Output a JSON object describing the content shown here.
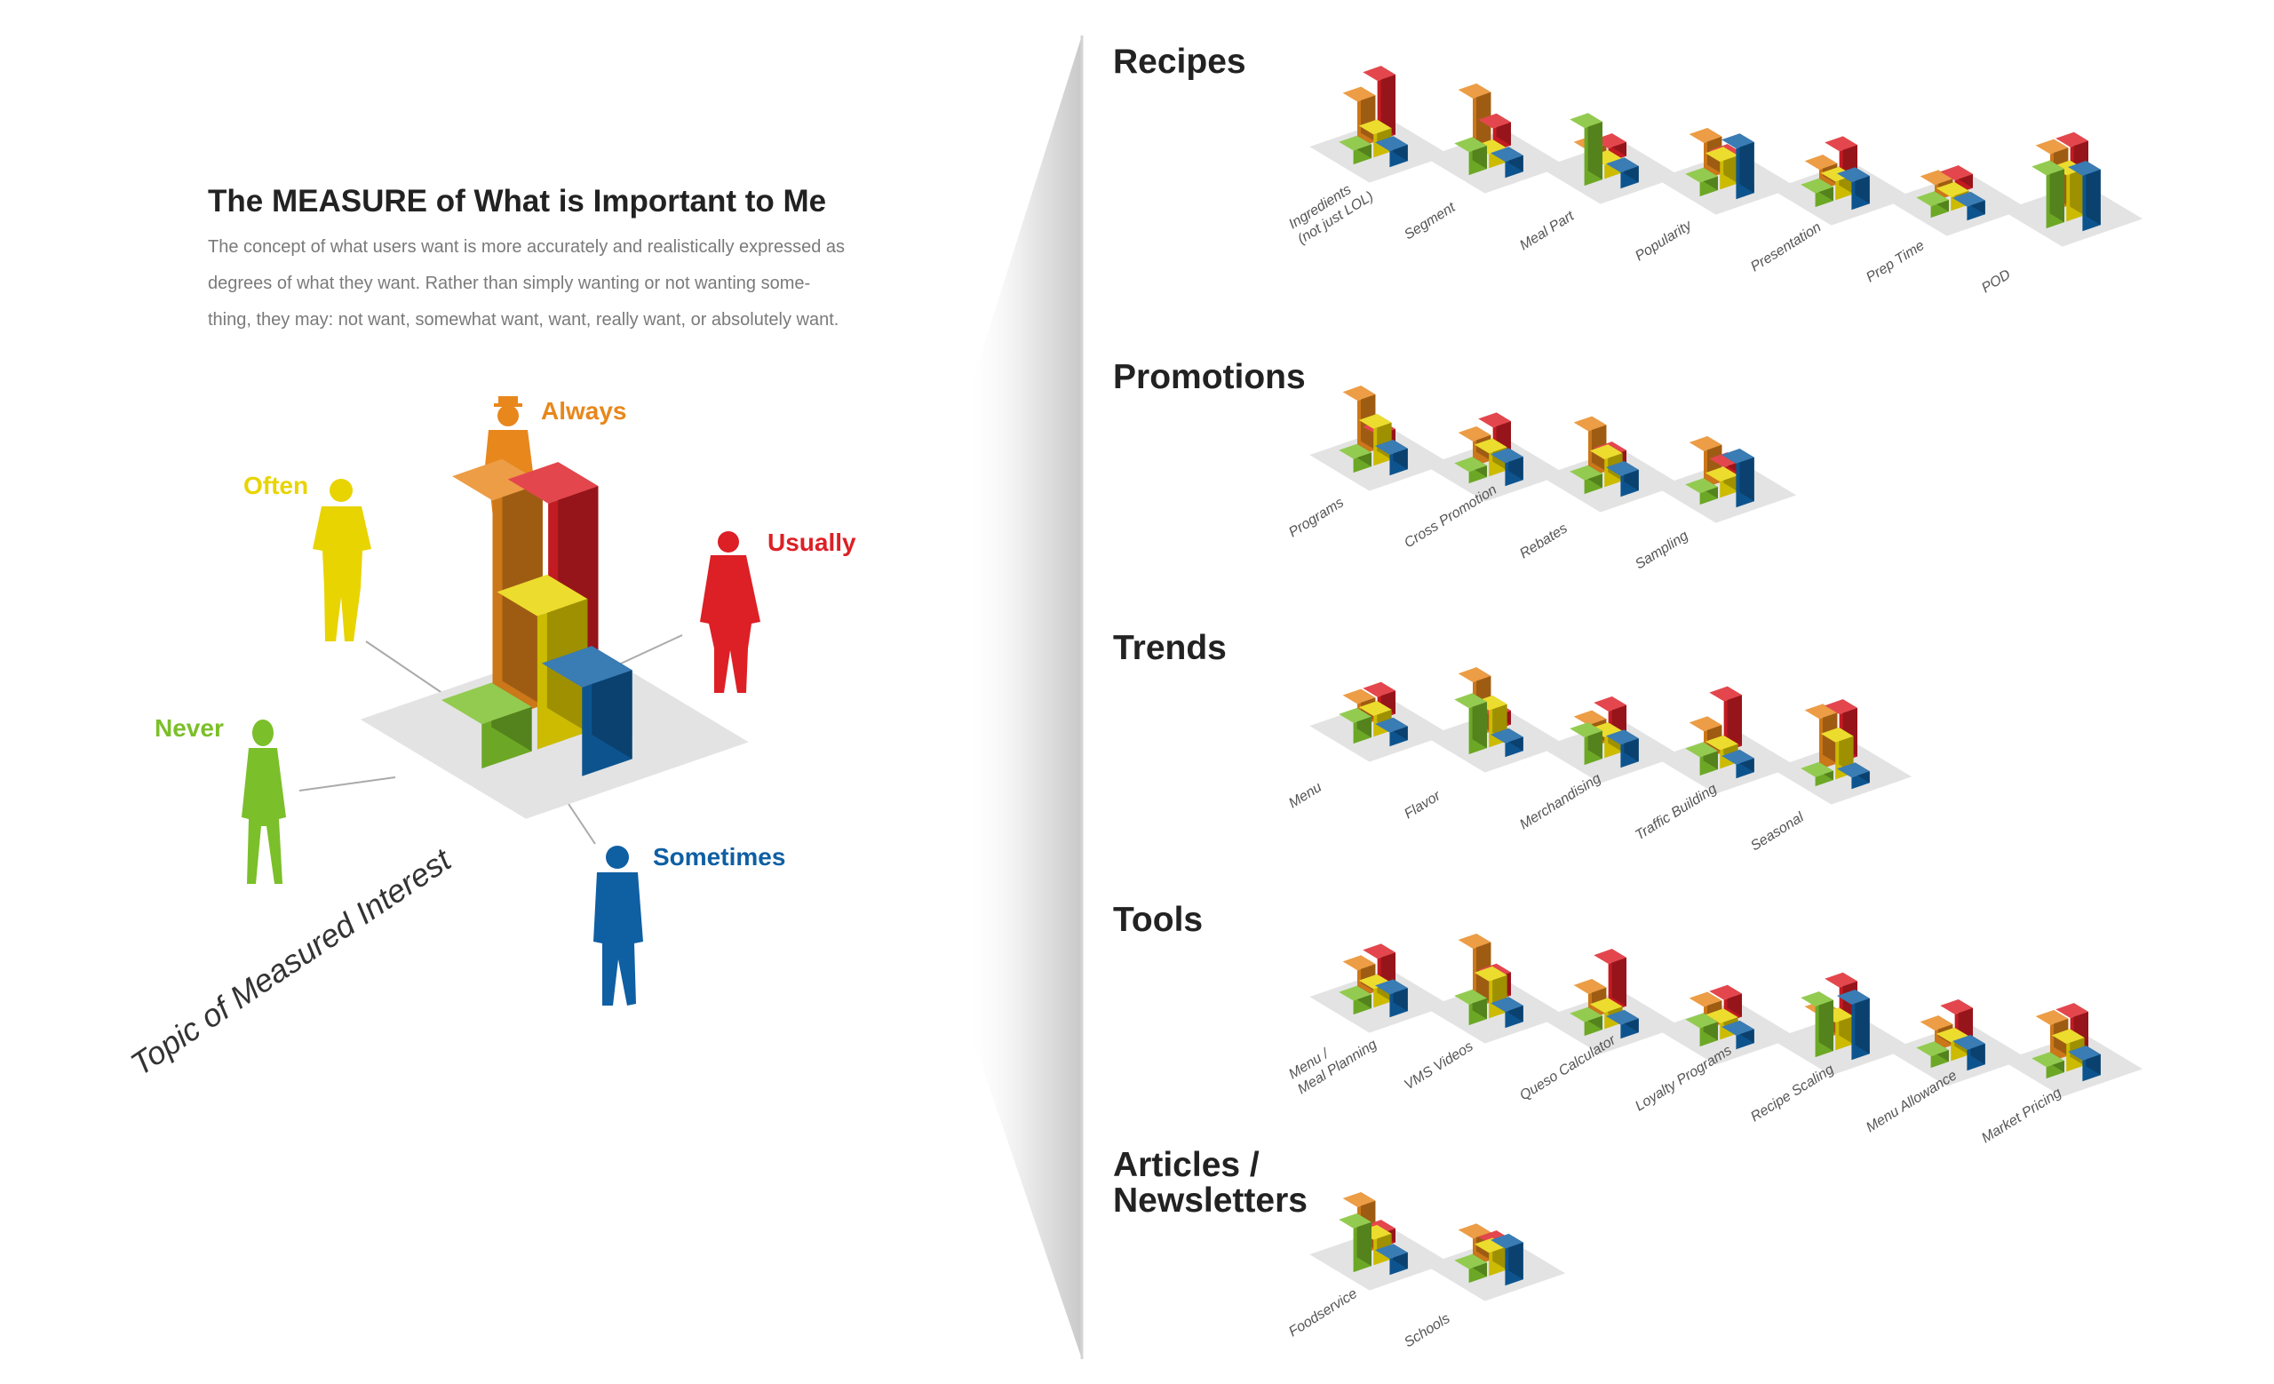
{
  "intro": {
    "title": "The MEASURE of What is Important to Me",
    "body_lines": [
      "The concept of what users want is more accurately and realistically expressed as",
      "degrees of what they want. Rather than simply wanting or not wanting some-",
      "thing, they may: not want, somewhat want, want, really want, or absolutely want."
    ]
  },
  "legend": {
    "caption": "Topic of Measured Interest",
    "levels": [
      {
        "key": "never",
        "label": "Never",
        "color": "#7bbf2a"
      },
      {
        "key": "sometimes",
        "label": "Sometimes",
        "color": "#0f5fa3"
      },
      {
        "key": "often",
        "label": "Often",
        "color": "#e8d400"
      },
      {
        "key": "always",
        "label": "Always",
        "color": "#e8871c"
      },
      {
        "key": "usually",
        "label": "Usually",
        "color": "#dd1f26"
      }
    ],
    "sample_values": {
      "never": 1,
      "sometimes": 2,
      "often": 3,
      "always": 5,
      "usually": 4.5
    }
  },
  "chart_data": {
    "type": "bar",
    "series_order": [
      "never",
      "sometimes",
      "often",
      "always",
      "usually"
    ],
    "groups": [
      {
        "title_lines": [
          "Recipes"
        ],
        "topics": [
          {
            "label_lines": [
              "Ingredients",
              "(not just LOL)"
            ],
            "values": {
              "never": 0.6,
              "sometimes": 0.7,
              "often": 1.0,
              "always": 2.0,
              "usually": 2.6
            }
          },
          {
            "label_lines": [
              "Segment"
            ],
            "values": {
              "never": 1.0,
              "sometimes": 0.7,
              "often": 0.6,
              "always": 2.6,
              "usually": 1.0
            }
          },
          {
            "label_lines": [
              "Meal Part"
            ],
            "values": {
              "never": 2.5,
              "sometimes": 0.7,
              "often": 0.6,
              "always": 0.8,
              "usually": 0.6
            }
          },
          {
            "label_lines": [
              "Popularity"
            ],
            "values": {
              "never": 0.6,
              "sometimes": 2.2,
              "often": 1.2,
              "always": 1.6,
              "usually": 0.6
            }
          },
          {
            "label_lines": [
              "Presentation"
            ],
            "values": {
              "never": 0.6,
              "sometimes": 1.2,
              "often": 0.8,
              "always": 0.9,
              "usually": 1.4
            }
          },
          {
            "label_lines": [
              "Prep Time"
            ],
            "values": {
              "never": 0.5,
              "sometimes": 0.6,
              "often": 0.6,
              "always": 0.7,
              "usually": 0.6
            }
          },
          {
            "label_lines": [
              "POD"
            ],
            "values": {
              "never": 2.3,
              "sometimes": 2.4,
              "often": 2.0,
              "always": 2.5,
              "usually": 2.5
            }
          }
        ]
      },
      {
        "title_lines": [
          "Promotions"
        ],
        "topics": [
          {
            "label_lines": [
              "Programs"
            ],
            "values": {
              "never": 0.6,
              "sometimes": 0.9,
              "often": 1.6,
              "always": 2.4,
              "usually": 0.6
            }
          },
          {
            "label_lines": [
              "Cross Promotion"
            ],
            "values": {
              "never": 0.5,
              "sometimes": 1.0,
              "often": 1.0,
              "always": 1.1,
              "usually": 1.4
            }
          },
          {
            "label_lines": [
              "Rebates"
            ],
            "values": {
              "never": 0.6,
              "sometimes": 0.9,
              "often": 1.2,
              "always": 2.0,
              "usually": 0.6
            }
          },
          {
            "label_lines": [
              "Sampling"
            ],
            "values": {
              "never": 0.5,
              "sometimes": 1.9,
              "often": 0.7,
              "always": 1.6,
              "usually": 0.6
            }
          }
        ]
      },
      {
        "title_lines": [
          "Trends"
        ],
        "topics": [
          {
            "label_lines": [
              "Menu"
            ],
            "values": {
              "never": 0.9,
              "sometimes": 0.6,
              "often": 0.9,
              "always": 1.0,
              "usually": 1.0
            }
          },
          {
            "label_lines": [
              "Flavor"
            ],
            "values": {
              "never": 2.0,
              "sometimes": 0.6,
              "often": 1.6,
              "always": 2.4,
              "usually": 0.6
            }
          },
          {
            "label_lines": [
              "Merchandising"
            ],
            "values": {
              "never": 1.2,
              "sometimes": 1.0,
              "often": 0.9,
              "always": 1.0,
              "usually": 1.3
            }
          },
          {
            "label_lines": [
              "Traffic Building"
            ],
            "values": {
              "never": 0.8,
              "sometimes": 0.6,
              "often": 0.8,
              "always": 1.2,
              "usually": 2.2
            }
          },
          {
            "label_lines": [
              "Seasonal"
            ],
            "values": {
              "never": 0.4,
              "sometimes": 0.5,
              "often": 1.6,
              "always": 2.2,
              "usually": 2.1
            }
          }
        ]
      },
      {
        "title_lines": [
          "Tools"
        ],
        "topics": [
          {
            "label_lines": [
              "Menu /",
              "Meal Planning"
            ],
            "values": {
              "never": 0.6,
              "sometimes": 1.0,
              "often": 0.8,
              "always": 1.2,
              "usually": 1.4
            }
          },
          {
            "label_lines": [
              "VMS Videos"
            ],
            "values": {
              "never": 0.9,
              "sometimes": 0.7,
              "often": 1.6,
              "always": 2.6,
              "usually": 1.0
            }
          },
          {
            "label_lines": [
              "Queso Calculator"
            ],
            "values": {
              "never": 0.6,
              "sometimes": 0.6,
              "often": 0.7,
              "always": 1.1,
              "usually": 2.1
            }
          },
          {
            "label_lines": [
              "Loyalty Programs"
            ],
            "values": {
              "never": 0.8,
              "sometimes": 0.6,
              "often": 0.7,
              "always": 1.0,
              "usually": 1.0
            }
          },
          {
            "label_lines": [
              "Recipe Scaling"
            ],
            "values": {
              "never": 2.2,
              "sometimes": 2.4,
              "often": 1.2,
              "always": 1.1,
              "usually": 2.0
            }
          },
          {
            "label_lines": [
              "Menu Allowance"
            ],
            "values": {
              "never": 0.5,
              "sometimes": 0.9,
              "often": 0.8,
              "always": 0.9,
              "usually": 1.3
            }
          },
          {
            "label_lines": [
              "Market Pricing"
            ],
            "values": {
              "never": 0.5,
              "sometimes": 0.9,
              "often": 1.2,
              "always": 1.6,
              "usually": 1.6
            }
          }
        ]
      },
      {
        "title_lines": [
          "Articles /",
          "Newsletters"
        ],
        "topics": [
          {
            "label_lines": [
              "Foodservice"
            ],
            "values": {
              "never": 1.9,
              "sometimes": 0.7,
              "often": 1.1,
              "always": 2.1,
              "usually": 0.6
            }
          },
          {
            "label_lines": [
              "Schools"
            ],
            "values": {
              "never": 0.6,
              "sometimes": 1.6,
              "often": 1.0,
              "always": 1.2,
              "usually": 0.6
            }
          }
        ]
      }
    ]
  }
}
